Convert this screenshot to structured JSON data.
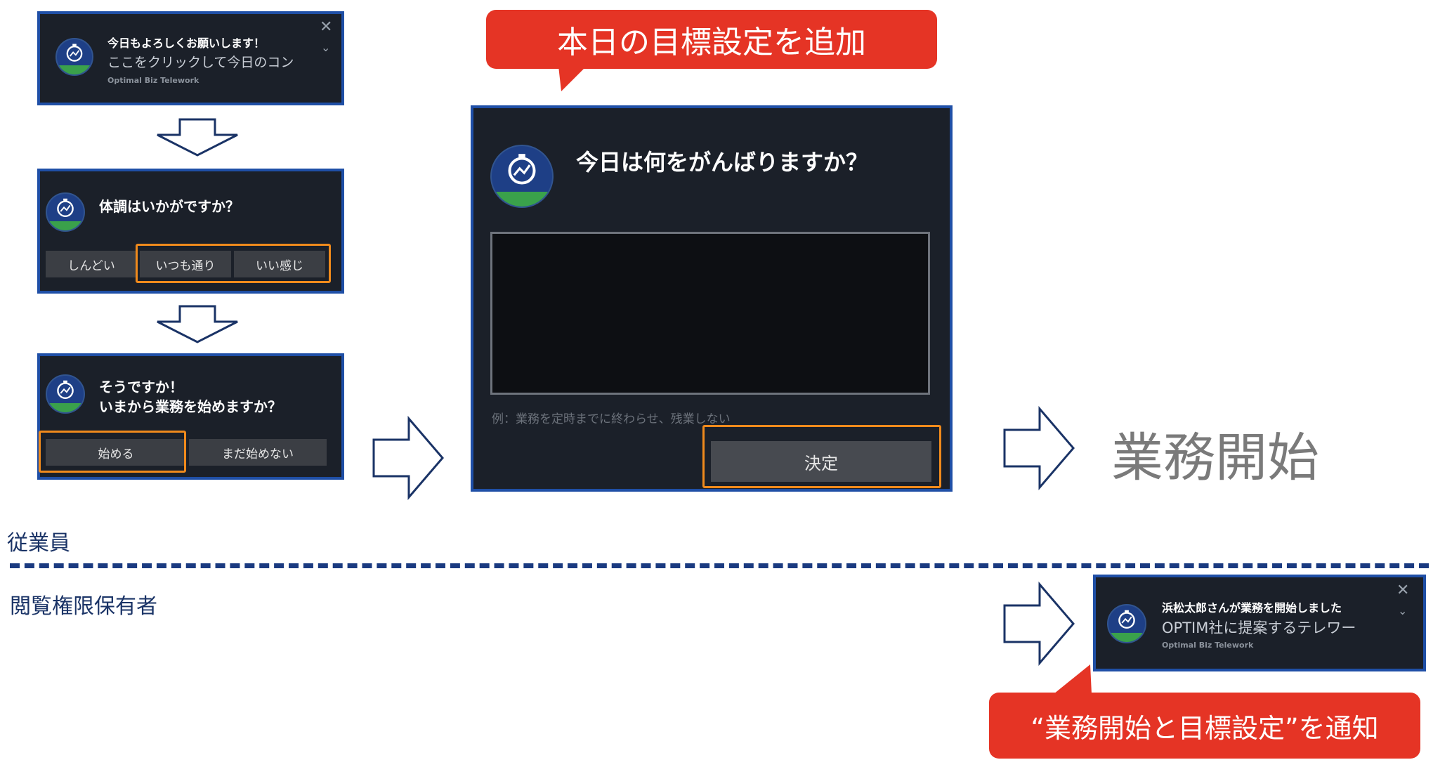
{
  "card1": {
    "title": "今日もよろしくお願いします！",
    "message": "ここをクリックして今日のコン",
    "app_name": "Optimal Biz Telework",
    "close_icon": "close-icon",
    "expand_icon": "chevron-down-icon"
  },
  "card2": {
    "question": "体調はいかがですか？",
    "options": [
      "しんどい",
      "いつも通り",
      "いい感じ"
    ]
  },
  "card3": {
    "line1": "そうですか！",
    "line2": "いまから業務を始めますか？",
    "start_label": "始める",
    "not_yet_label": "まだ始めない"
  },
  "goal_dialog": {
    "callout": "本日の目標設定を追加",
    "question": "今日は何をがんばりますか？",
    "input_value": "",
    "hint": "例：業務を定時までに終わらせ、残業しない",
    "submit_label": "決定"
  },
  "result_label": "業務開始",
  "section_employee": "従業員",
  "section_viewer": "閲覧権限保有者",
  "manager_notification": {
    "title": "浜松太郎さんが業務を開始しました",
    "message": "OPTIM社に提案するテレワー",
    "app_name": "Optimal Biz Telework"
  },
  "notify_callout": "“業務開始と目標設定”を通知",
  "colors": {
    "card_bg": "#1b2029",
    "card_border": "#1f4fa6",
    "highlight": "#f08a1c",
    "callout": "#e53425",
    "logo_blue": "#1e3f86",
    "logo_green": "#3aa14b",
    "arrow": "#1a3366"
  }
}
